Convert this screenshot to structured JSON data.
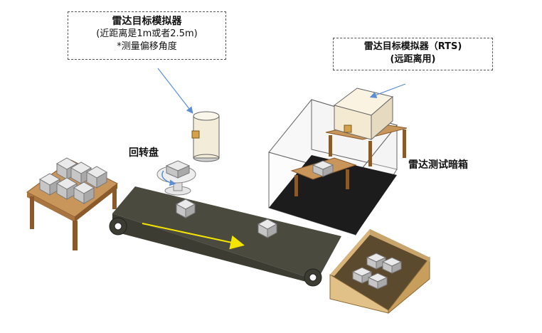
{
  "callouts": {
    "near_simulator": {
      "title": "雷达目标模拟器",
      "line1": "(近距离是1m或者2.5m)",
      "line2": "*测量偏移角度"
    },
    "rts_simulator": {
      "line1": "雷达目标模拟器（RTS)",
      "line2": "(远距离用)"
    }
  },
  "labels": {
    "turntable": "回转盘",
    "darkroom": "雷达测试暗箱"
  },
  "colors": {
    "wood": "#c8955a",
    "wood_dark": "#8a5a2b",
    "cardboard": "#d9b57a",
    "belt": "#4a4a3e",
    "box_face": "#d6d6d6",
    "arrow_yellow": "#f4e400",
    "pointer_blue": "#5a8fd6"
  }
}
